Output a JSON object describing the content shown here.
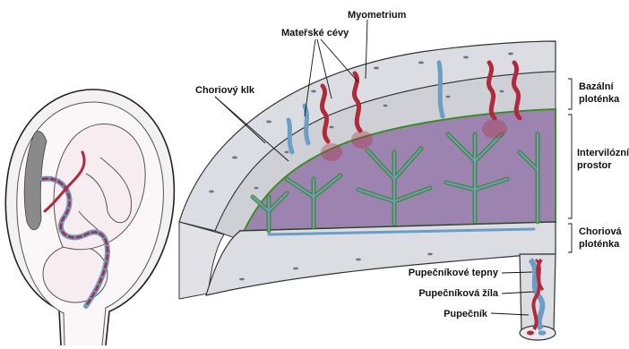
{
  "labels": {
    "myometrium": "Myometrium",
    "maternal_vessels": "Mateřské cévy",
    "chorionic_villus": "Choriový klk",
    "basal_plate_1": "Bazální",
    "basal_plate_2": "ploténka",
    "intervillous_1": "Intervilózní",
    "intervillous_2": "prostor",
    "chorionic_plate_1": "Choriová",
    "chorionic_plate_2": "ploténka",
    "umbilical_arteries": "Pupečníkové tepny",
    "umbilical_vein": "Pupečníková žíla",
    "umbilical_cord": "Pupečník"
  },
  "colors": {
    "maternal_artery": "#b02a3c",
    "fetal_vessel": "#6a9ec4",
    "intervillous": "#9d84b0",
    "villus_outline": "#3f8a2a",
    "tissue": "#dcdde2"
  }
}
